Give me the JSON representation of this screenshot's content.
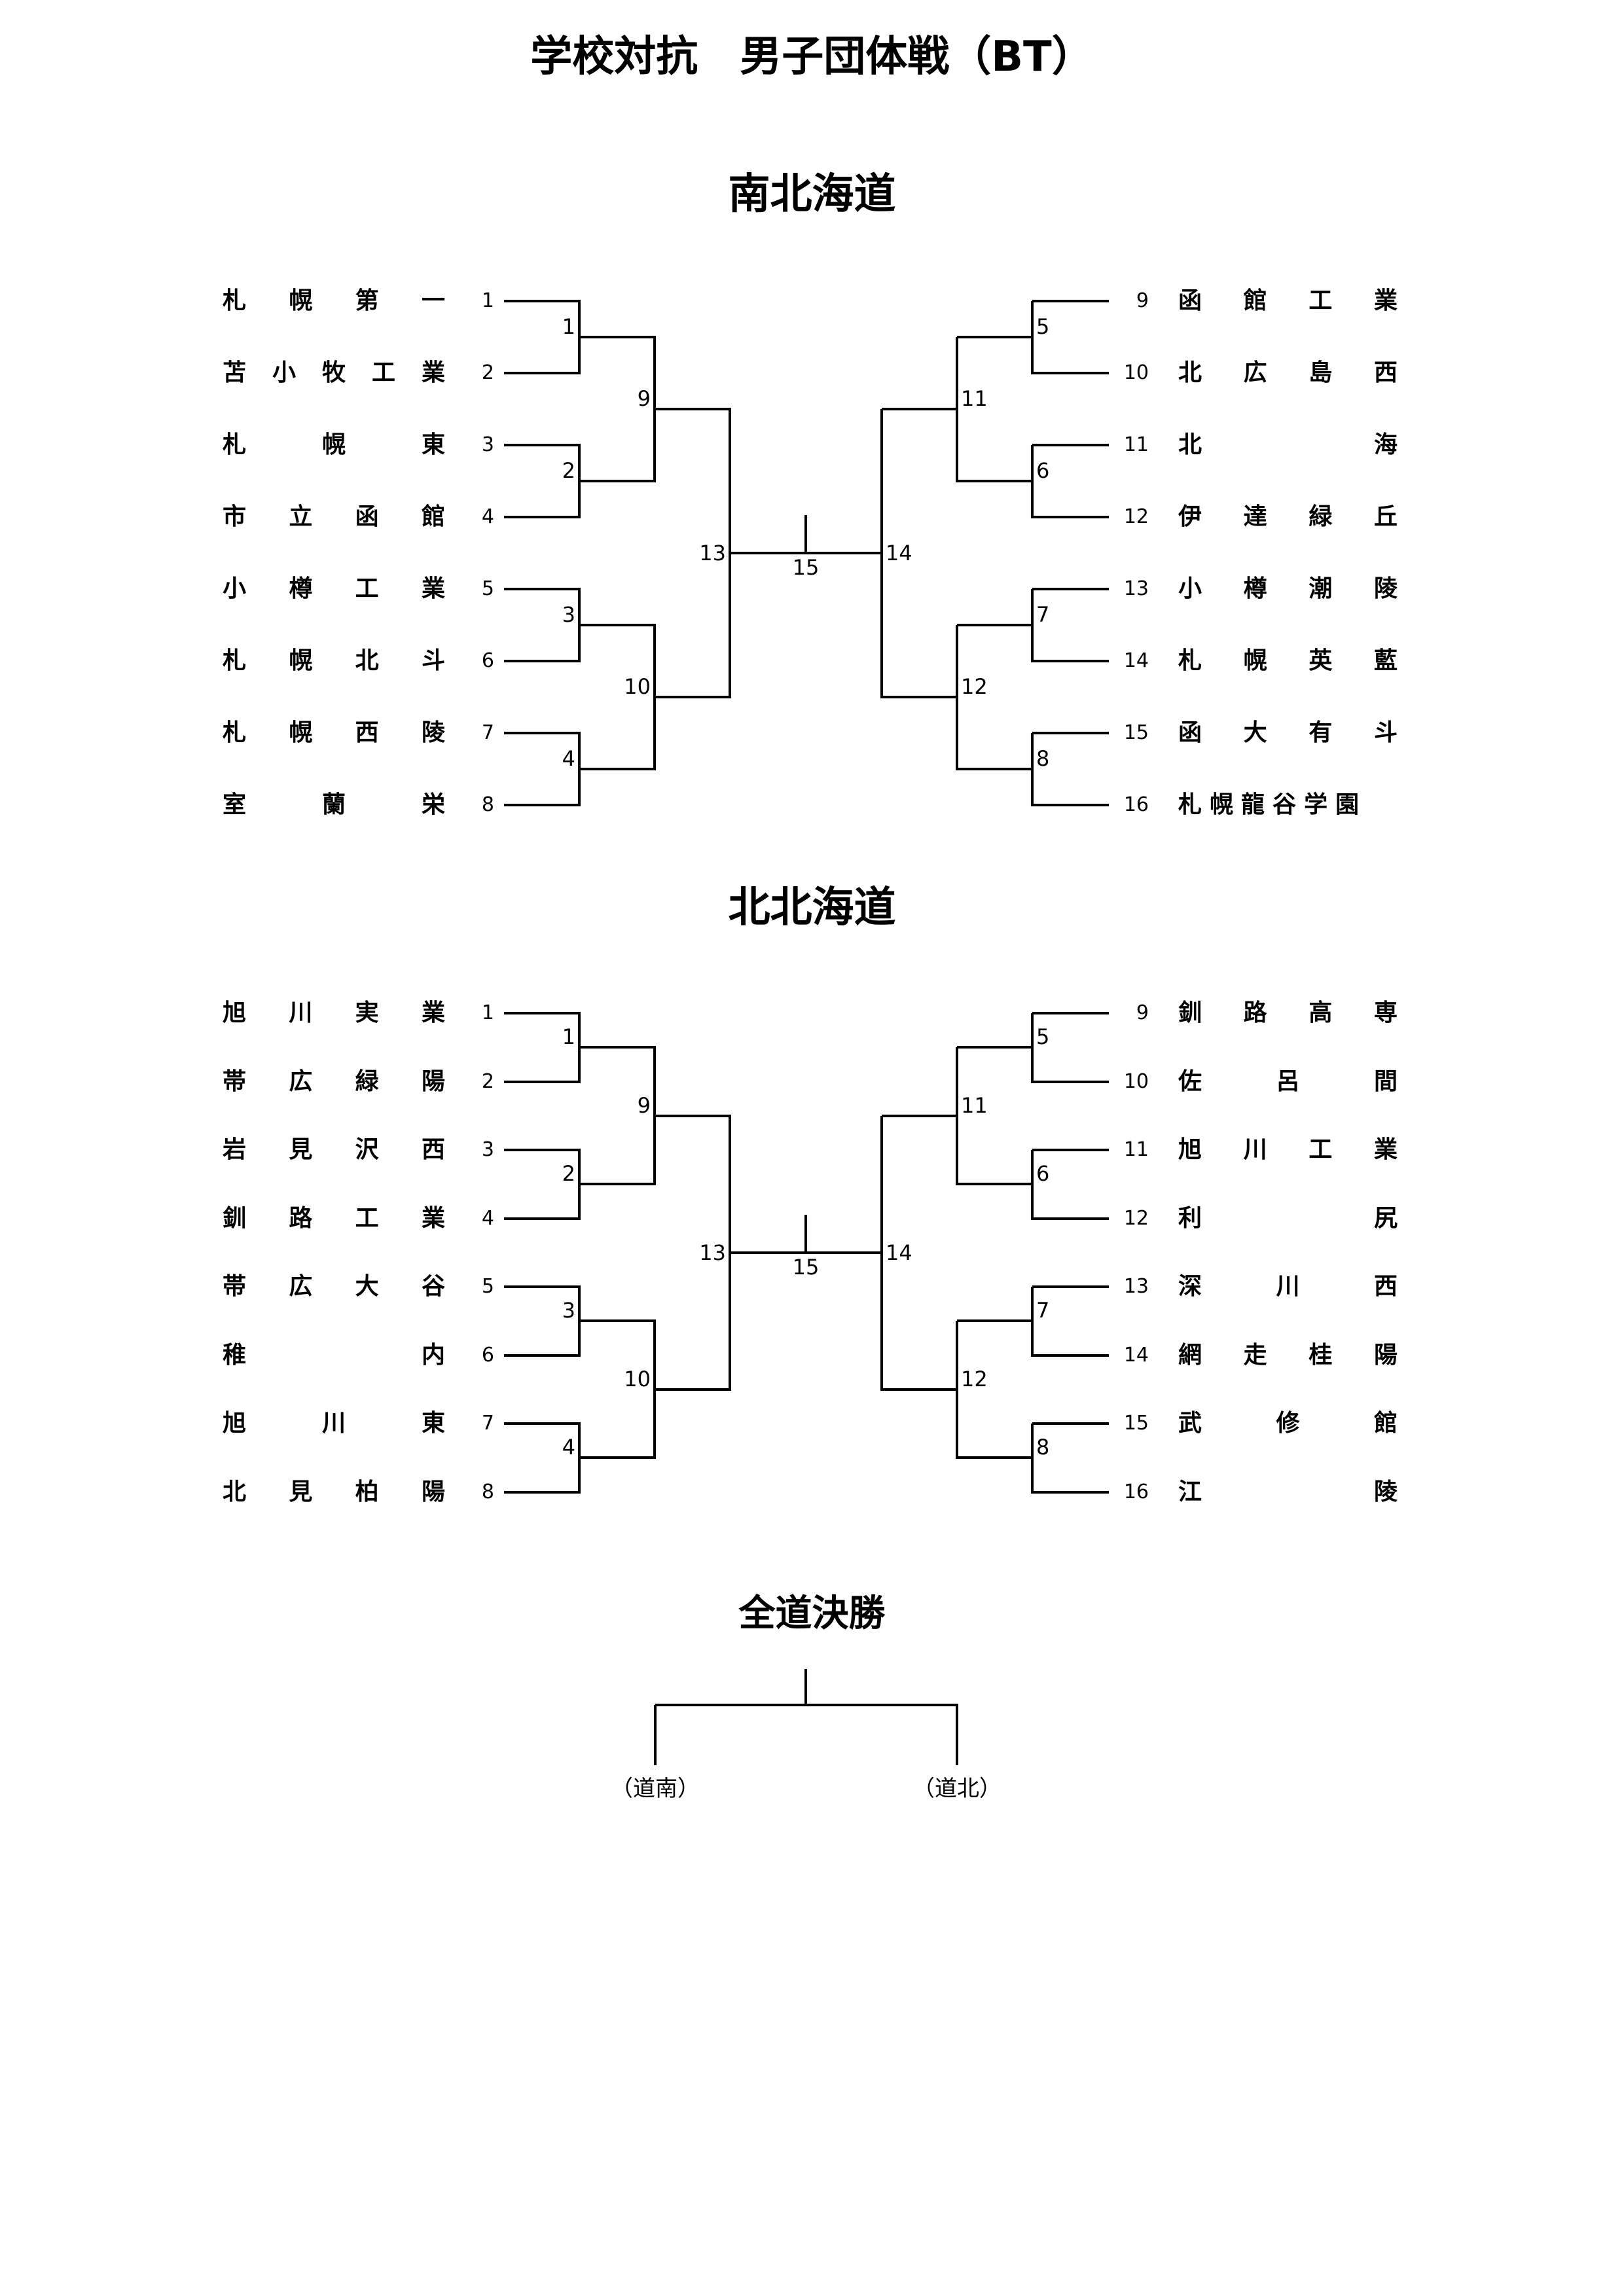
{
  "title": "学校対抗　男子団体戦（BT）",
  "sections": [
    {
      "name": "南北海道",
      "left_teams": [
        {
          "seed": "1",
          "name": "札幌第一"
        },
        {
          "seed": "2",
          "name": "苫小牧工業"
        },
        {
          "seed": "3",
          "name": "札幌東"
        },
        {
          "seed": "4",
          "name": "市立函館"
        },
        {
          "seed": "5",
          "name": "小樽工業"
        },
        {
          "seed": "6",
          "name": "札幌北斗"
        },
        {
          "seed": "7",
          "name": "札幌西陵"
        },
        {
          "seed": "8",
          "name": "室蘭栄"
        }
      ],
      "right_teams": [
        {
          "seed": "9",
          "name": "函館工業"
        },
        {
          "seed": "10",
          "name": "北広島西"
        },
        {
          "seed": "11",
          "name": "北海"
        },
        {
          "seed": "12",
          "name": "伊達緑丘"
        },
        {
          "seed": "13",
          "name": "小樽潮陵"
        },
        {
          "seed": "14",
          "name": "札幌英藍"
        },
        {
          "seed": "15",
          "name": "函大有斗"
        },
        {
          "seed": "16",
          "name": "札幌龍谷学園"
        }
      ],
      "match_numbers": [
        "1",
        "2",
        "3",
        "4",
        "5",
        "6",
        "7",
        "8",
        "9",
        "10",
        "11",
        "12",
        "13",
        "14",
        "15"
      ]
    },
    {
      "name": "北北海道",
      "left_teams": [
        {
          "seed": "1",
          "name": "旭川実業"
        },
        {
          "seed": "2",
          "name": "帯広緑陽"
        },
        {
          "seed": "3",
          "name": "岩見沢西"
        },
        {
          "seed": "4",
          "name": "釧路工業"
        },
        {
          "seed": "5",
          "name": "帯広大谷"
        },
        {
          "seed": "6",
          "name": "稚内"
        },
        {
          "seed": "7",
          "name": "旭川東"
        },
        {
          "seed": "8",
          "name": "北見柏陽"
        }
      ],
      "right_teams": [
        {
          "seed": "9",
          "name": "釧路高専"
        },
        {
          "seed": "10",
          "name": "佐呂間"
        },
        {
          "seed": "11",
          "name": "旭川工業"
        },
        {
          "seed": "12",
          "name": "利尻"
        },
        {
          "seed": "13",
          "name": "深川西"
        },
        {
          "seed": "14",
          "name": "網走桂陽"
        },
        {
          "seed": "15",
          "name": "武修館"
        },
        {
          "seed": "16",
          "name": "江陵"
        }
      ],
      "match_numbers": [
        "1",
        "2",
        "3",
        "4",
        "5",
        "6",
        "7",
        "8",
        "9",
        "10",
        "11",
        "12",
        "13",
        "14",
        "15"
      ]
    }
  ],
  "final": {
    "title": "全道決勝",
    "left_label": "（道南）",
    "right_label": "（道北）"
  }
}
